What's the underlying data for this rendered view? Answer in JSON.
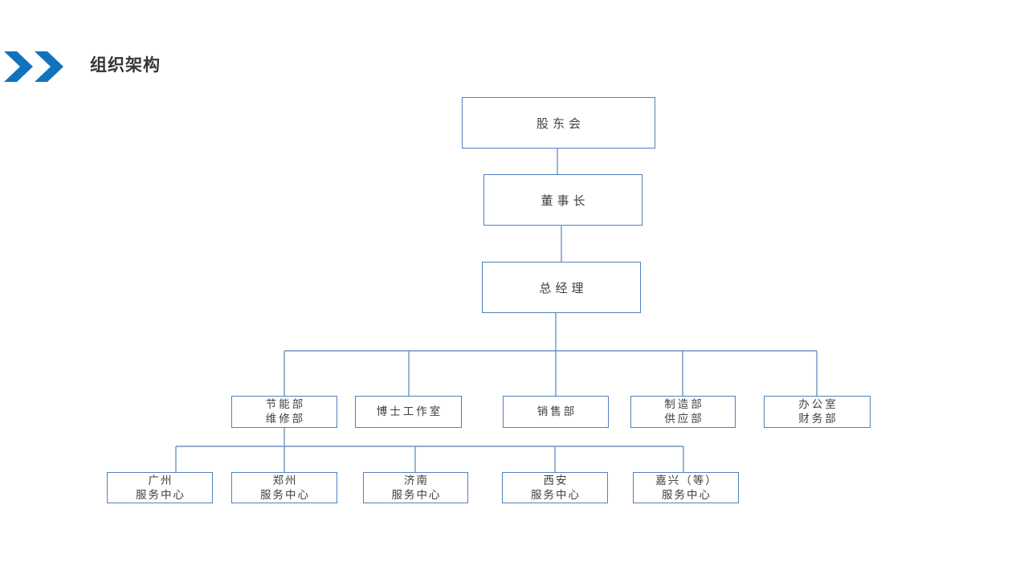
{
  "header": {
    "title": "组织架构"
  },
  "colors": {
    "accent": "#1173BD",
    "box_border": "#4F81BD",
    "connector": "#6F94C0",
    "box_text": "#3F3F3F",
    "title_text": "#363636"
  },
  "org": {
    "nodes": [
      {
        "id": "shareholders-meeting",
        "line1": "股东会"
      },
      {
        "id": "chairman",
        "line1": "董事长"
      },
      {
        "id": "general-manager",
        "line1": "总经理"
      },
      {
        "id": "energy-maintenance",
        "line1": "节能部",
        "line2": "维修部"
      },
      {
        "id": "doctor-studio",
        "line1": "博士工作室"
      },
      {
        "id": "sales-dept",
        "line1": "销售部"
      },
      {
        "id": "manufacturing-supply",
        "line1": "制造部",
        "line2": "供应部"
      },
      {
        "id": "office-finance",
        "line1": "办公室",
        "line2": "财务部"
      },
      {
        "id": "guangzhou-center",
        "line1": "广州",
        "line2": "服务中心"
      },
      {
        "id": "zhengzhou-center",
        "line1": "郑州",
        "line2": "服务中心"
      },
      {
        "id": "jinan-center",
        "line1": "济南",
        "line2": "服务中心"
      },
      {
        "id": "xian-center",
        "line1": "西安",
        "line2": "服务中心"
      },
      {
        "id": "jiaxing-center",
        "line1": "嘉兴（等）",
        "line2": "服务中心"
      }
    ]
  }
}
